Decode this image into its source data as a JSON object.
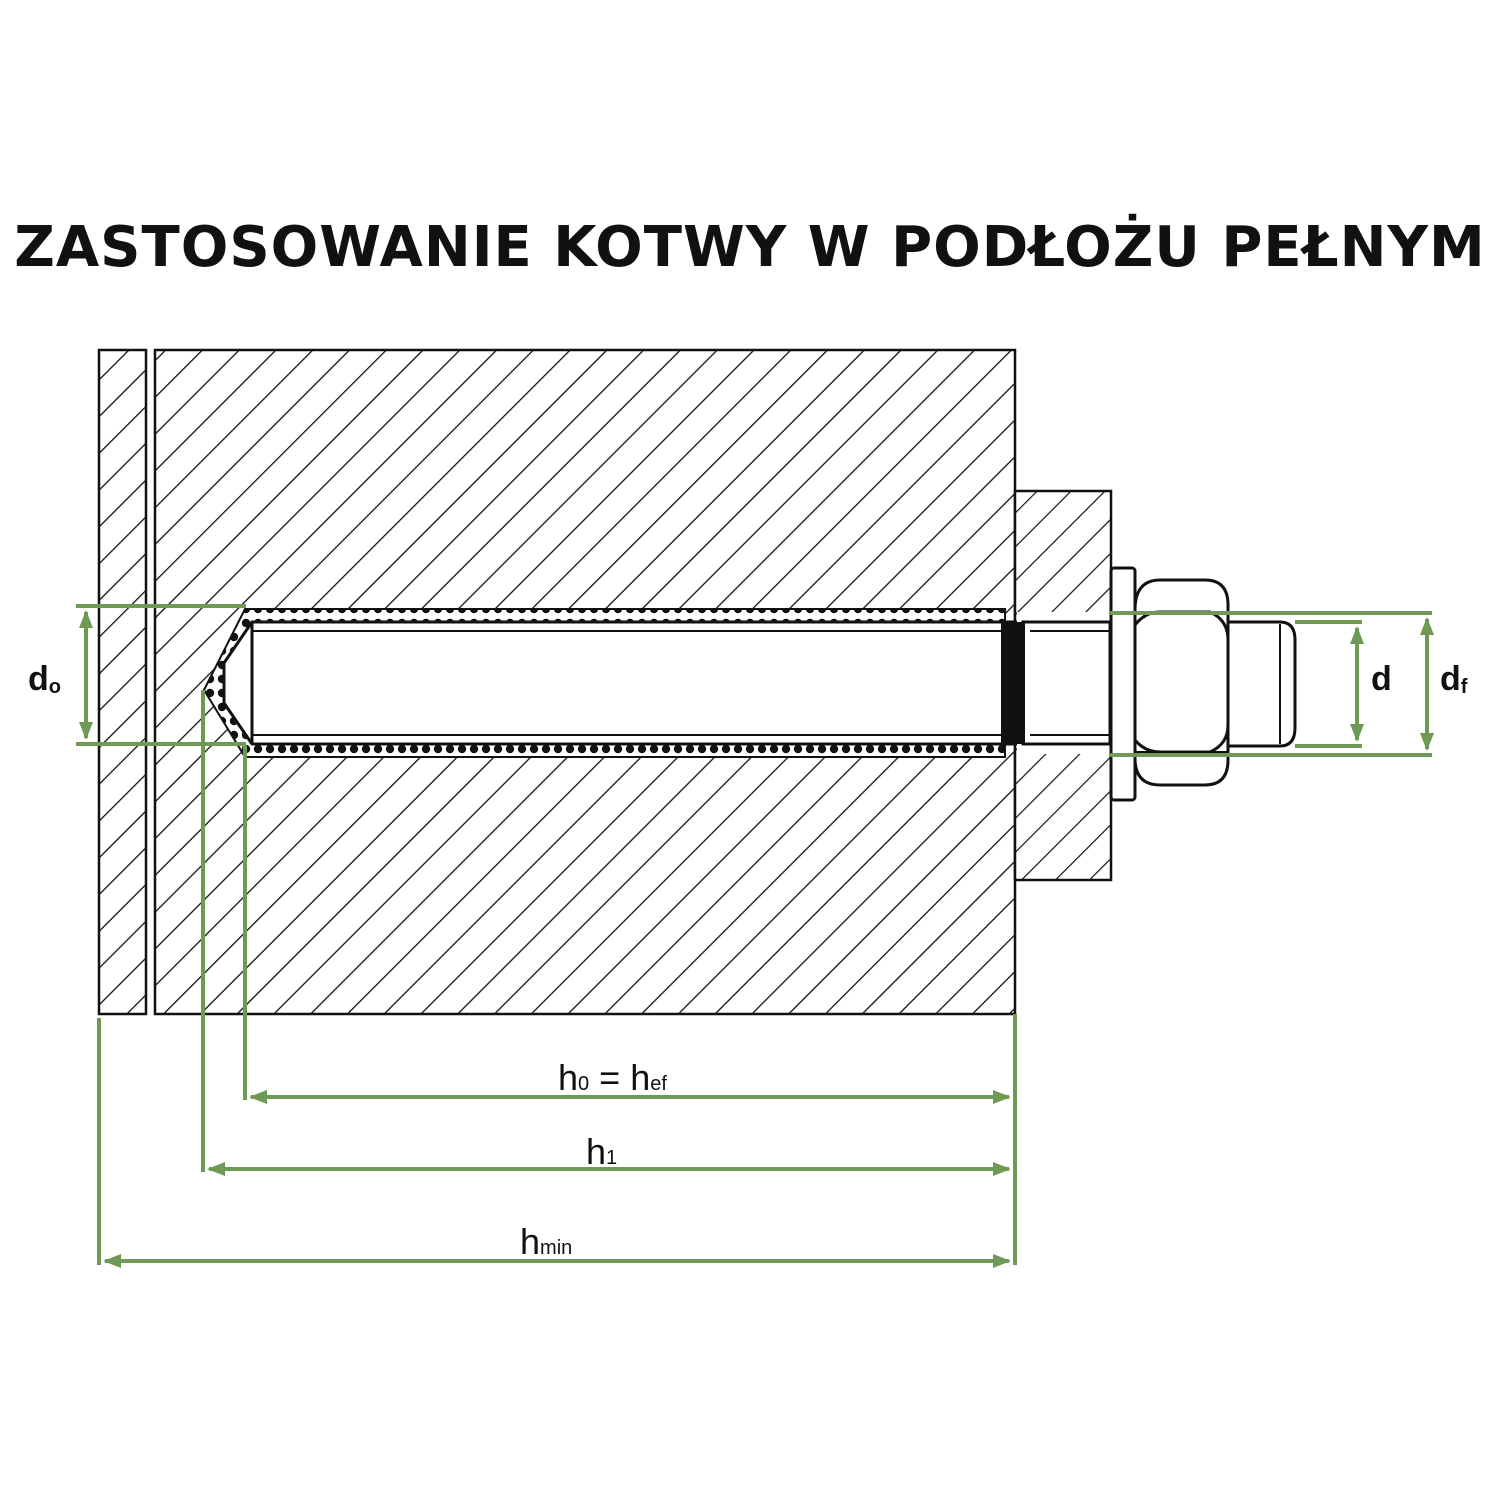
{
  "title": "ZASTOSOWANIE KOTWY W PODŁOŻU PEŁNYM",
  "colors": {
    "dimension_lines": "#6f9a55",
    "hatching": "#111111",
    "background": "#ffffff"
  },
  "labels": {
    "d0": {
      "main": "d",
      "sub": "o"
    },
    "d": {
      "main": "d"
    },
    "df": {
      "main": "d",
      "sub": "f"
    },
    "h0": {
      "main": "h",
      "sub": "0"
    },
    "equals": " = ",
    "hef": {
      "main": "h",
      "sub": "ef"
    },
    "h1": {
      "main": "h",
      "sub": "1"
    },
    "hmin": {
      "main": "h",
      "sub": "min"
    }
  }
}
